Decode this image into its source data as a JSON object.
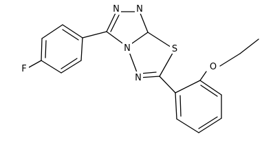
{
  "molecule": {
    "atoms": {
      "n_top_left": "N",
      "n_top_right": "N",
      "n_bridge": "N",
      "n_lower": "N",
      "sulfur": "S",
      "oxygen": "O",
      "fluorine": "F"
    }
  }
}
